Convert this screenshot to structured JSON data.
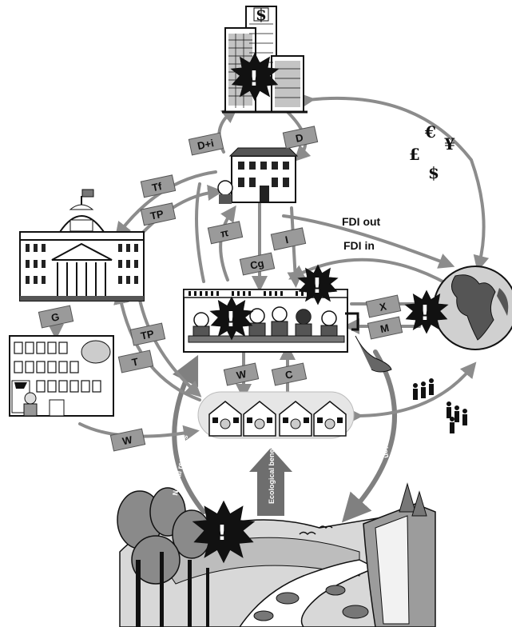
{
  "flows": {
    "fdi_out": "FDI out",
    "fdi_in": "FDI in"
  },
  "notes": {
    "d_i": "D+i",
    "d": "D",
    "tf_top": "Tf",
    "tp_firm": "TP",
    "pi": "π",
    "i": "I",
    "cg": "Cg",
    "g": "G",
    "tp_hh": "TP",
    "t": "T",
    "w_firm": "W",
    "c_firm": "C",
    "x": "X",
    "m": "M",
    "w_gov": "W"
  },
  "currency": {
    "euro": "€",
    "yen": "¥",
    "pound": "£",
    "dollar": "$",
    "bank_sign": "$"
  },
  "vertical_labels": {
    "natural_resources": "Natural resources",
    "ecological_benefits": "Ecological benefits",
    "pollution": "Pollution"
  },
  "icons": {
    "shock": "exclamation-burst-icon"
  },
  "colors": {
    "arrow": "#808080",
    "banknote": "#9a9a9a",
    "ink": "#111111"
  }
}
